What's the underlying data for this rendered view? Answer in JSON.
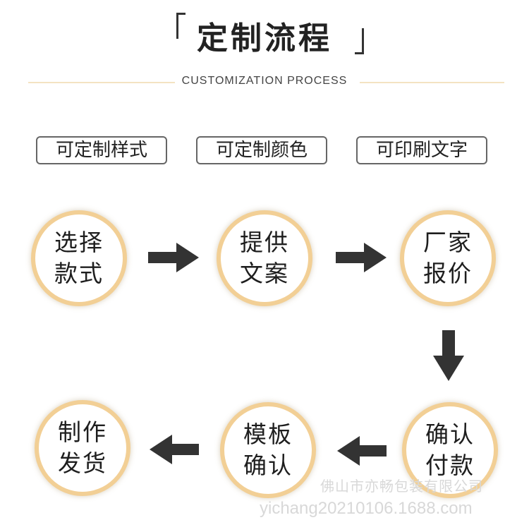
{
  "title": "定制流程",
  "subtitle": "CUSTOMIZATION PROCESS",
  "tags": [
    "可定制样式",
    "可定制颜色",
    "可印刷文字"
  ],
  "steps": [
    {
      "line1": "选择",
      "line2": "款式"
    },
    {
      "line1": "提供",
      "line2": "文案"
    },
    {
      "line1": "厂家",
      "line2": "报价"
    },
    {
      "line1": "确认",
      "line2": "付款"
    },
    {
      "line1": "模板",
      "line2": "确认"
    },
    {
      "line1": "制作",
      "line2": "发货"
    }
  ],
  "watermark": {
    "company": "佛山市亦畅包装有限公司",
    "url": "yichang20210106.1688.com"
  },
  "colors": {
    "circle_border": "#f2cf95",
    "arrow": "#333333",
    "divider": "#f4e3c2"
  }
}
